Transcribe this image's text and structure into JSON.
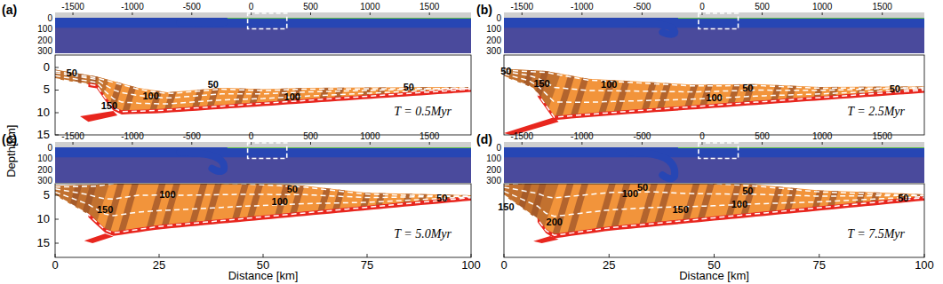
{
  "diagram": {
    "labels": [
      "(a)",
      "-1500",
      "-1000",
      "-500",
      "0",
      "500",
      "1000",
      "1500",
      "0",
      "100",
      "200",
      "300",
      "50",
      "150",
      "100",
      "50",
      "100",
      "50",
      "T = 0.5Myr",
      "(b)",
      "-1500",
      "-1000",
      "-500",
      "0",
      "500",
      "1000",
      "1500",
      "0",
      "100",
      "200",
      "300",
      "50",
      "150",
      "100",
      "50",
      "100",
      "50",
      "T = 2.5Myr",
      "(c)",
      "-1500",
      "-1000",
      "-500",
      "0",
      "500",
      "1000",
      "1500",
      "0",
      "100",
      "200",
      "300",
      "150",
      "100",
      "50",
      "100",
      "50",
      "T = 5.0Myr",
      "(d)",
      "-1500",
      "-1000",
      "-500",
      "0",
      "500",
      "1000",
      "1500",
      "0",
      "100",
      "200",
      "300",
      "150",
      "200",
      "50",
      "100",
      "150",
      "50",
      "100",
      "50",
      "T = 7.5Myr",
      "Depth[km]",
      "0",
      "5",
      "10",
      "15",
      "5",
      "10",
      "15",
      "0",
      "25",
      "50",
      "75",
      "100",
      "0",
      "25",
      "50",
      "75",
      "100",
      "Distance [km]",
      "Distance [km]"
    ]
  }
}
